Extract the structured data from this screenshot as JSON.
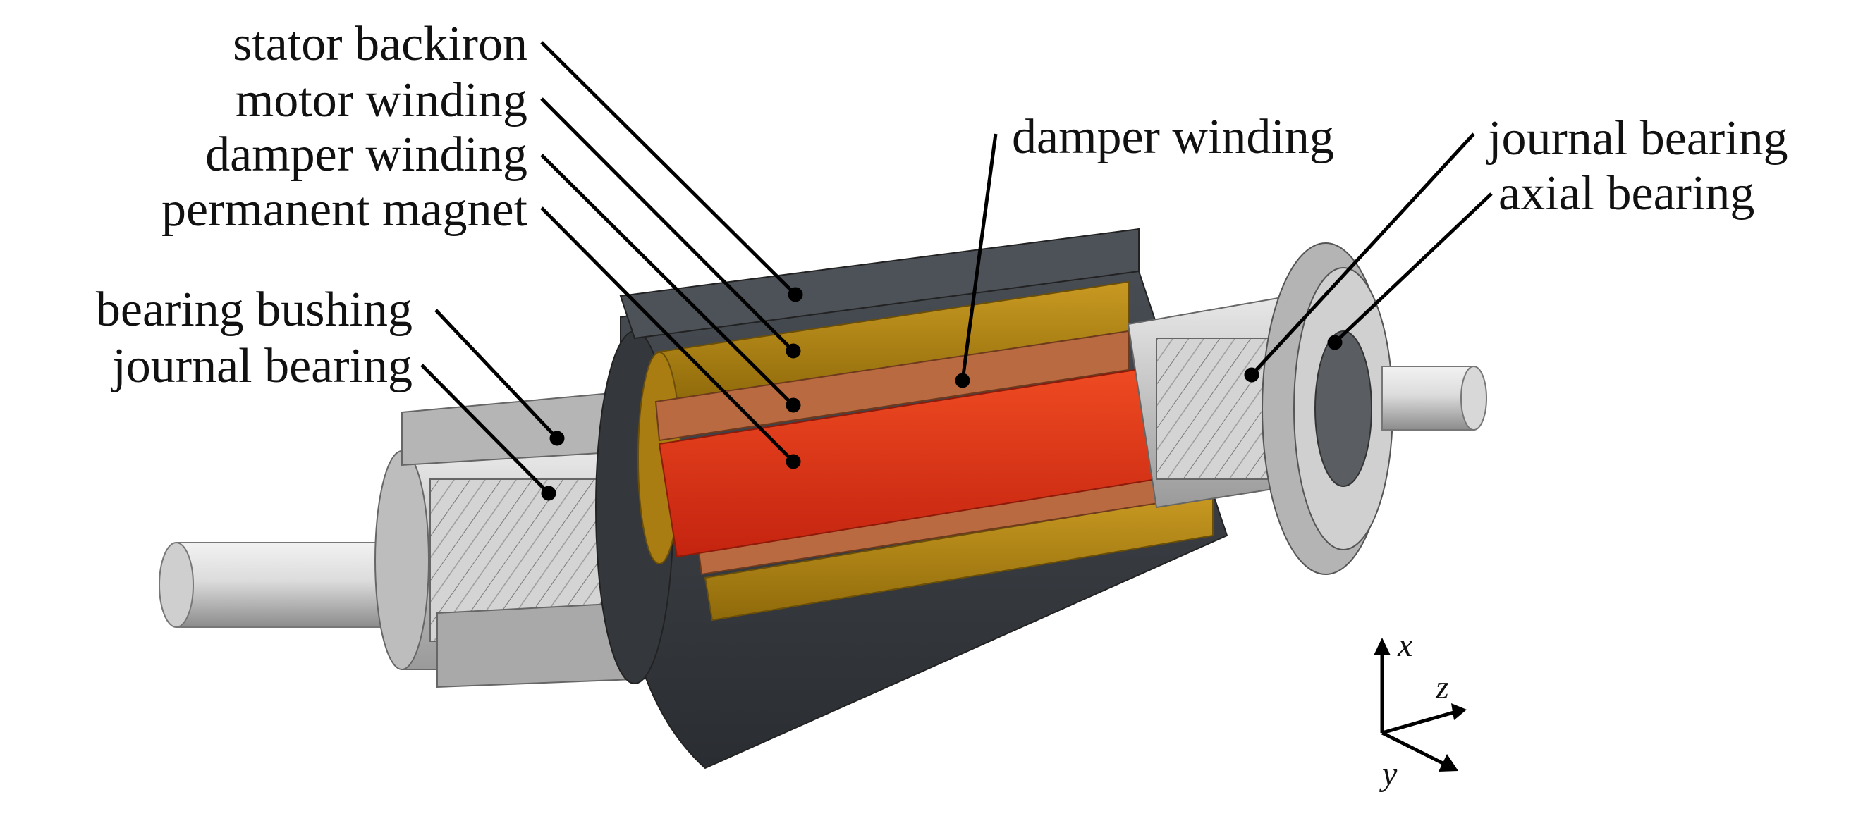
{
  "labels": {
    "stator_backiron": "stator backiron",
    "motor_winding": "motor winding",
    "damper_winding_left": "damper winding",
    "permanent_magnet": "permanent magnet",
    "bearing_bushing": "bearing bushing",
    "journal_bearing_left": "journal bearing",
    "damper_winding_top": "damper winding",
    "journal_bearing_right": "journal bearing",
    "axial_bearing": "axial bearing"
  },
  "axes": {
    "x": "x",
    "y": "y",
    "z": "z"
  },
  "colors": {
    "stator_backiron": "#3d4147",
    "motor_winding": "#b8860e",
    "damper_winding": "#b96a40",
    "permanent_magnet": "#e03a1c",
    "bearing_metal": "#c8c8c8",
    "shaft": "#d6d6d6"
  },
  "icons": {
    "coordinate_axes": "xyz-axes-icon"
  }
}
